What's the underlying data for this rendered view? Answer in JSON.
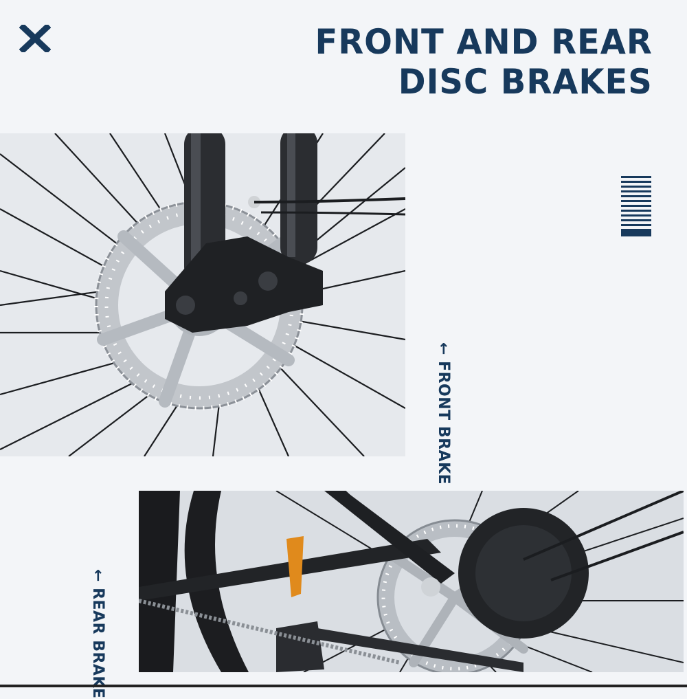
{
  "headline": {
    "line1": "FRONT AND REAR",
    "line2": "DISC BRAKES"
  },
  "labels": {
    "front": "← FRONT BRAKE",
    "rear": "← REAR BRAKE"
  },
  "colors": {
    "navy": "#17395c",
    "background": "#f3f5f8"
  },
  "icons": {
    "close": "close-icon",
    "stripes": "stripes-icon"
  }
}
